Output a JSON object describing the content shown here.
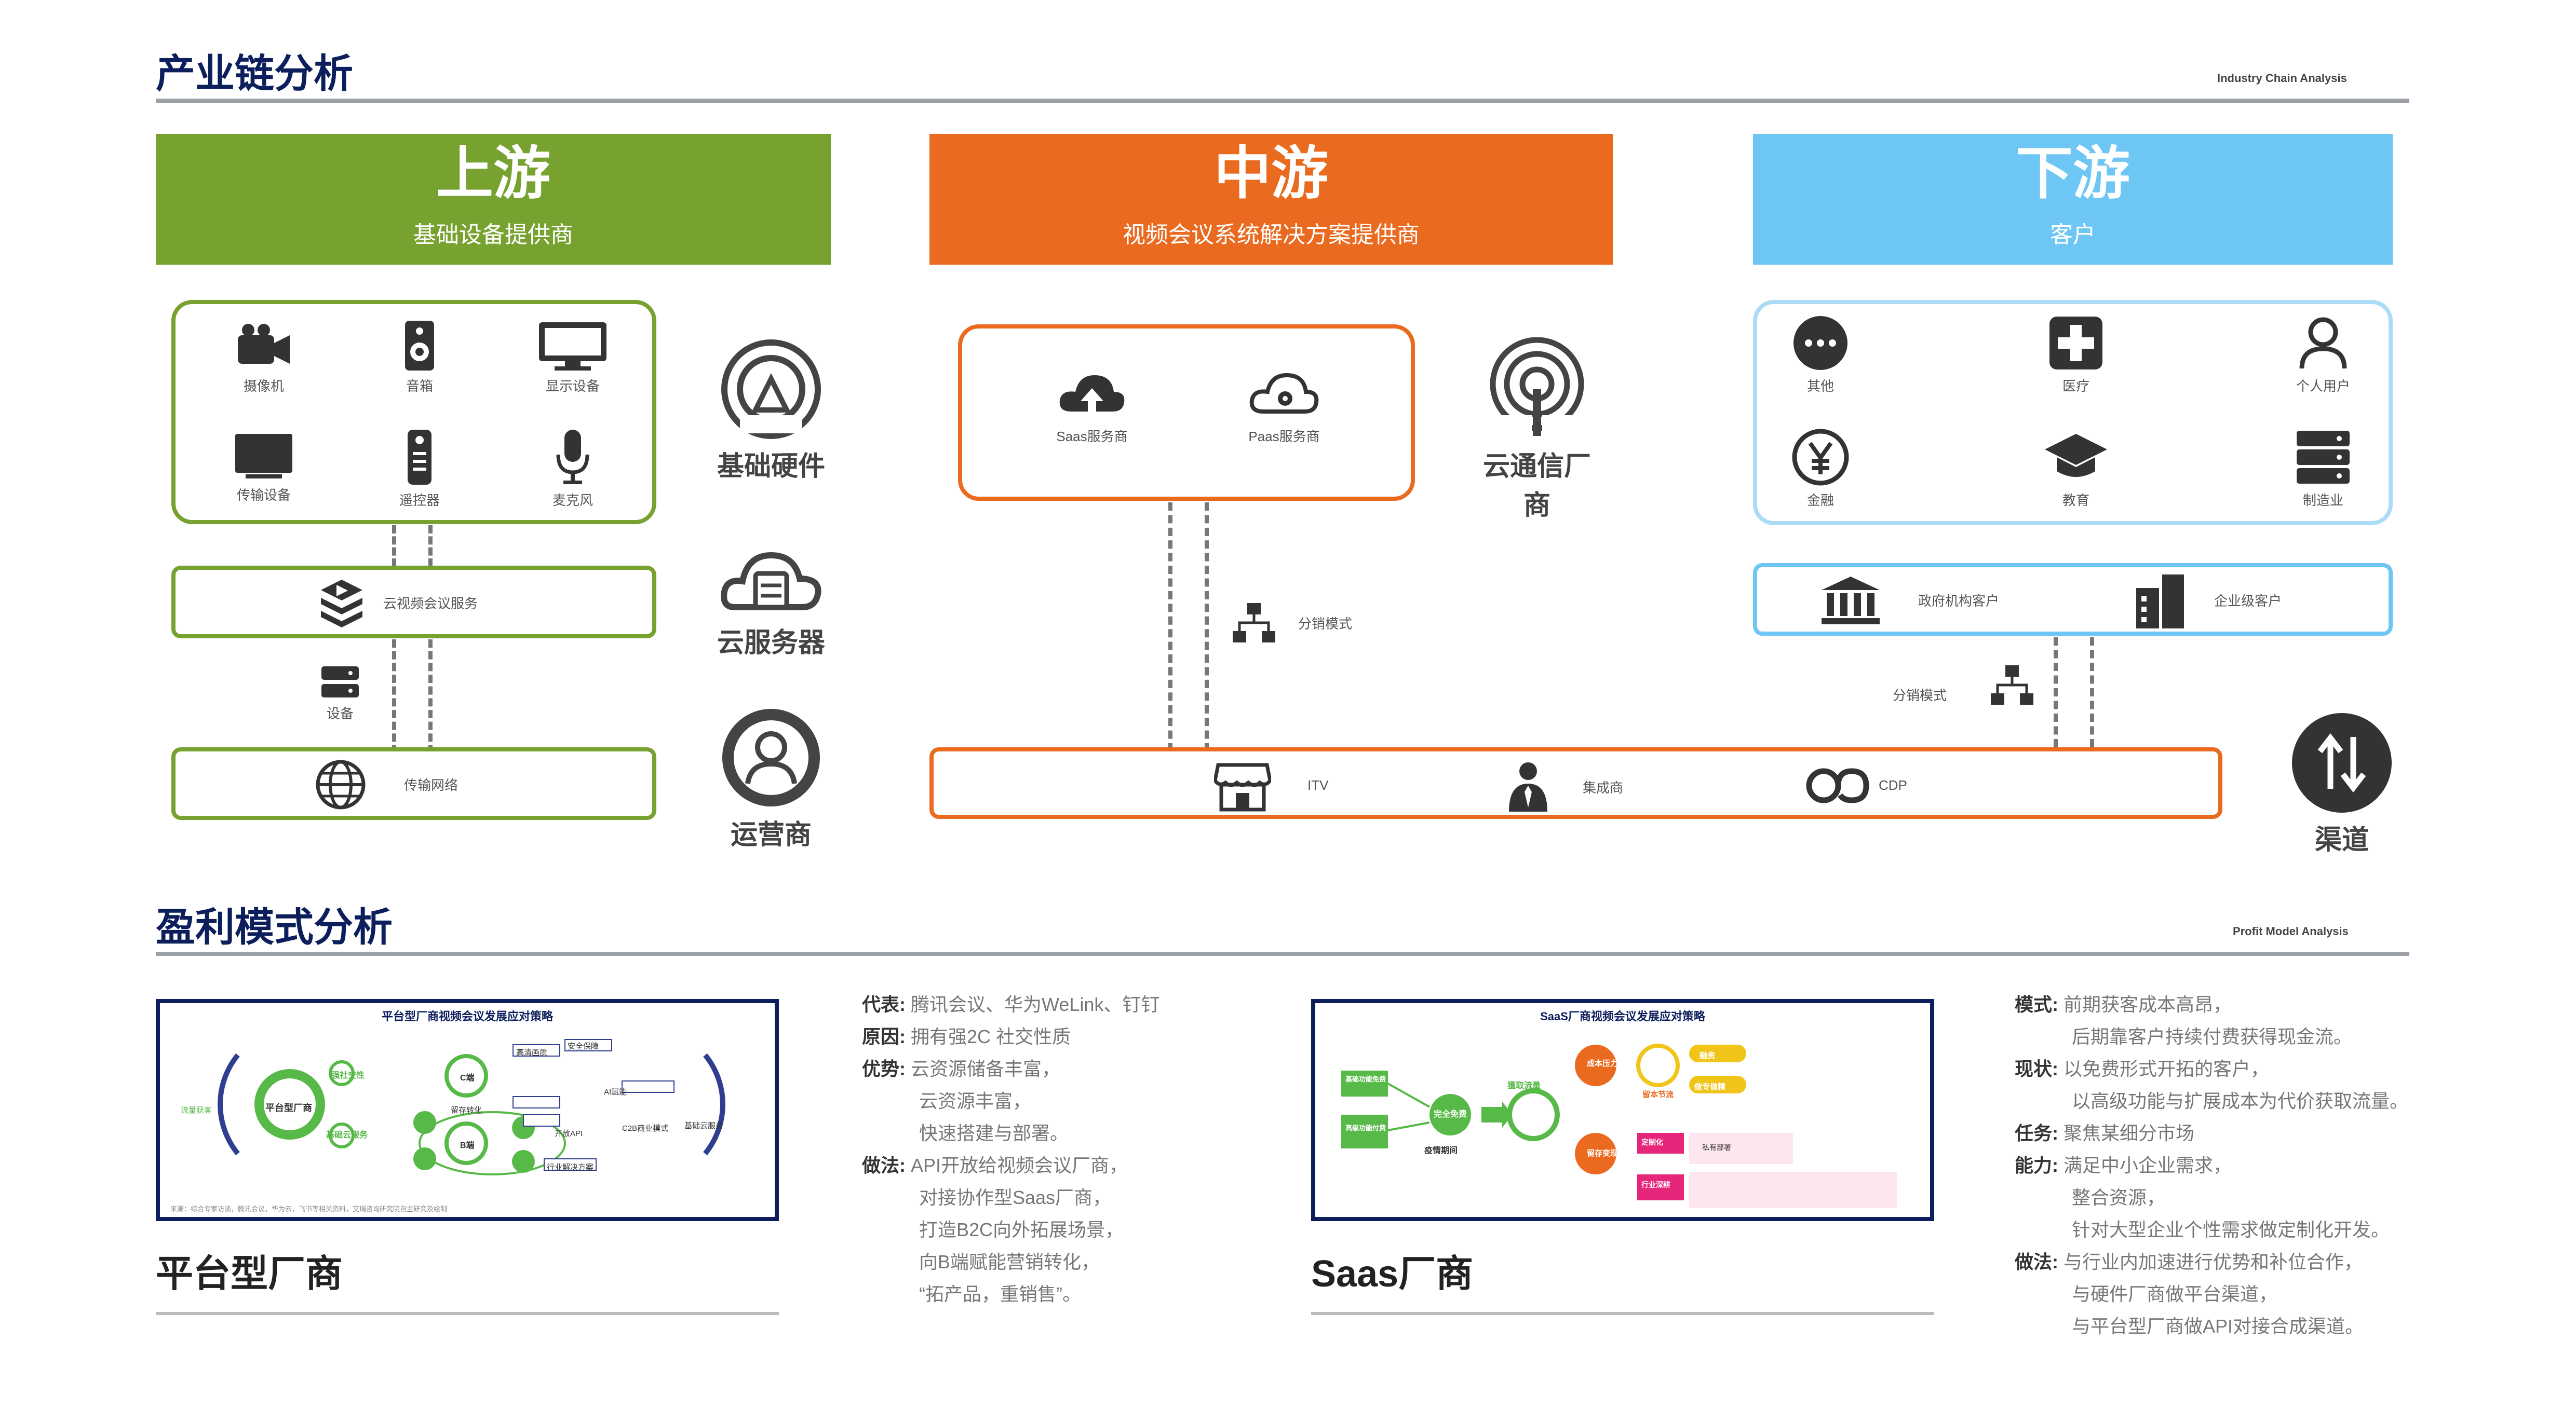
{
  "section1": {
    "title": "产业链分析",
    "subtitle": "Industry Chain Analysis"
  },
  "upstream": {
    "title": "上游",
    "subtitle": "基础设备提供商",
    "color": "#78a22f",
    "devices": [
      "摄像机",
      "音箱",
      "显示设备",
      "传输设备",
      "遥控器",
      "麦克风"
    ],
    "bar1": "云视频会议服务",
    "mid_label": "设备",
    "bar2": "传输网络",
    "side": [
      "基础硬件",
      "云服务器",
      "运营商"
    ]
  },
  "midstream": {
    "title": "中游",
    "subtitle": "视频会议系统解决方案提供商",
    "color": "#ea6a1f",
    "services": [
      "Saas服务商",
      "Paas服务商"
    ],
    "side": "云通信厂商",
    "mid_label": "分销模式",
    "bar": [
      "ITV",
      "集成商",
      "CDP"
    ]
  },
  "downstream": {
    "title": "下游",
    "subtitle": "客户",
    "color": "#6ec6f5",
    "customers": [
      "其他",
      "医疗",
      "个人用户",
      "金融",
      "教育",
      "制造业"
    ],
    "bar": [
      "政府机构客户",
      "企业级客户"
    ],
    "mid_label": "分销模式",
    "side": "渠道"
  },
  "section2": {
    "title": "盈利模式分析",
    "subtitle": "Profit Model Analysis"
  },
  "platform": {
    "name": "平台型厂商",
    "figure_title": "平台型厂商视频会议发展应对策略",
    "figure_labels": [
      "平台型厂商",
      "强社交性",
      "基础云服务",
      "C端",
      "B端",
      "留存转化",
      "开放API",
      "行业解决方案",
      "C2B商业模式",
      "基础云服务",
      "安全保障",
      "高清画质",
      "流量获客",
      "AI赋能"
    ],
    "figure_source": "来源：综合专家访谈，腾讯会议，华为云，飞书等相关资料，艾瑞咨询研究院自主研究及绘制",
    "notes": [
      {
        "k": "代表:",
        "v": [
          "腾讯会议、华为WeLink、钉钉"
        ]
      },
      {
        "k": "原因:",
        "v": [
          "拥有强2C 社交性质"
        ]
      },
      {
        "k": "优势:",
        "v": [
          "云资源储备丰富，",
          "云资源丰富，",
          "快速搭建与部署。"
        ]
      },
      {
        "k": "做法:",
        "v": [
          "API开放给视频会议厂商，",
          "对接协作型Saas厂商，",
          "打造B2C向外拓展场景，",
          "向B端赋能营销转化，",
          "“拓产品，重销售”。"
        ]
      }
    ]
  },
  "saas": {
    "name": "Saas厂商",
    "figure_title": "SaaS厂商视频会议发展应对策略",
    "figure_labels": [
      "基础功能免费",
      "高级功能付费",
      "完全免费",
      "疫情期间",
      "獲取流量",
      "成本压力",
      "留存变现",
      "融资",
      "做专做精",
      "留本节流",
      "定制化",
      "私有部署",
      "行业深耕"
    ],
    "notes": [
      {
        "k": "模式:",
        "v": [
          "前期获客成本高昂，",
          "后期靠客户持续付费获得现金流。"
        ]
      },
      {
        "k": "现状:",
        "v": [
          "以免费形式开拓的客户，",
          "以高级功能与扩展成本为代价获取流量。"
        ]
      },
      {
        "k": "任务:",
        "v": [
          "聚焦某细分市场"
        ]
      },
      {
        "k": "能力:",
        "v": [
          "满足中小企业需求，",
          "整合资源，",
          "针对大型企业个性需求做定制化开发。"
        ]
      },
      {
        "k": "做法:",
        "v": [
          "与行业内加速进行优势和补位合作，",
          "与硬件厂商做平台渠道，",
          "与平台型厂商做API对接合成渠道。"
        ]
      }
    ]
  }
}
